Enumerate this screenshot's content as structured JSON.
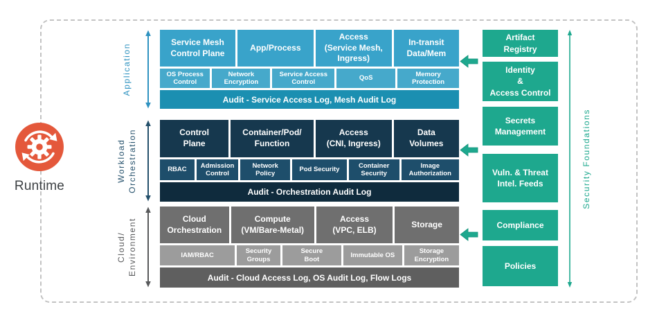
{
  "palette": {
    "app_cell": "#39a3ca",
    "app_cell_alt": "#46a9cb",
    "app_audit": "#1b8fb1",
    "app_accent": "#2e92c0",
    "workload_cell": "#16384e",
    "workload_cell_alt": "#1e4e6b",
    "workload_audit": "#0f2b3d",
    "workload_accent": "#24506b",
    "cloud_cell": "#6f6f6f",
    "cloud_cell_alt": "#9c9c9c",
    "cloud_audit": "#5f5f5f",
    "cloud_accent": "#58595b",
    "foundation_green": "#1ea88e",
    "runtime_orange": "#e4583b"
  },
  "runtime": {
    "label": "Runtime"
  },
  "sections": [
    {
      "label": "Application",
      "row1": [
        "Service Mesh\nControl Plane",
        "App/Process",
        "Access\n(Service Mesh,\nIngress)",
        "In-transit\nData/Mem"
      ],
      "row2": [
        "OS Process\nControl",
        "Network\nEncryption",
        "Service Access\nControl",
        "QoS",
        "Memory\nProtection"
      ],
      "audit": "Audit - Service Access Log, Mesh Audit Log"
    },
    {
      "label": "Workload\nOrchestration",
      "row1": [
        "Control\nPlane",
        "Container/Pod/\nFunction",
        "Access\n(CNI, Ingress)",
        "Data\nVolumes"
      ],
      "row2": [
        "RBAC",
        "Admission\nControl",
        "Network\nPolicy",
        "Pod Security",
        "Container\nSecurity",
        "Image\nAuthorization"
      ],
      "audit": "Audit - Orchestration Audit Log"
    },
    {
      "label": "Cloud/\nEnvironment",
      "row1": [
        "Cloud\nOrchestration",
        "Compute\n(VM/Bare-Metal)",
        "Access\n(VPC, ELB)",
        "Storage"
      ],
      "row2": [
        "IAM/RBAC",
        "Security\nGroups",
        "Secure\nBoot",
        "Immutable OS",
        "Storage\nEncryption"
      ],
      "audit": "Audit - Cloud Access Log, OS Audit Log, Flow Logs"
    }
  ],
  "foundations": {
    "axis_label": "Security Foundations",
    "boxes": [
      "Artifact\nRegistry",
      "Identity\n&\nAccess Control",
      "Secrets\nManagement",
      "Vuln. & Threat\nIntel. Feeds",
      "Compliance",
      "Policies"
    ]
  }
}
